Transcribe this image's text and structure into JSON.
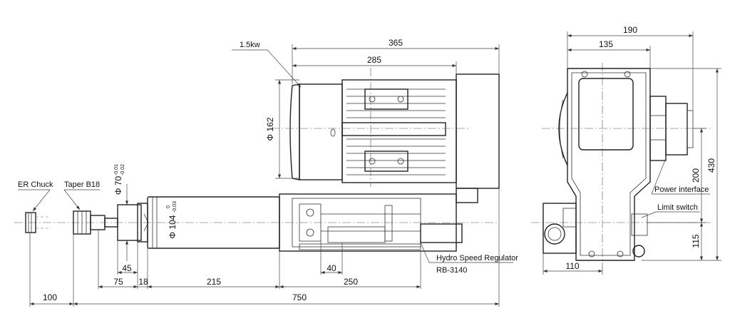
{
  "labels": {
    "motor_power": "1.5kw",
    "er_chuck": "ER Chuck",
    "taper": "Taper B18",
    "hydro_regulator": "Hydro Speed Regulator",
    "regulator_model": "RB-3140",
    "power_interface": "Power interface",
    "limit_switch": "Limit switch"
  },
  "dimensions": {
    "d365": "365",
    "d285": "285",
    "d190": "190",
    "d135": "135",
    "phi162": "Φ 162",
    "phi70": "Φ 70",
    "phi70_tol_upper": "-0.01",
    "phi70_tol_lower": "-0.02",
    "phi104": "Φ 104",
    "phi104_tol_upper": "0",
    "phi104_tol_lower": "-0.03",
    "d45": "45",
    "d75": "75",
    "d18": "18",
    "d215": "215",
    "d40": "40",
    "d250": "250",
    "d100": "100",
    "d750": "750",
    "d110": "110",
    "d200": "200",
    "d430": "430",
    "d115": "115"
  }
}
